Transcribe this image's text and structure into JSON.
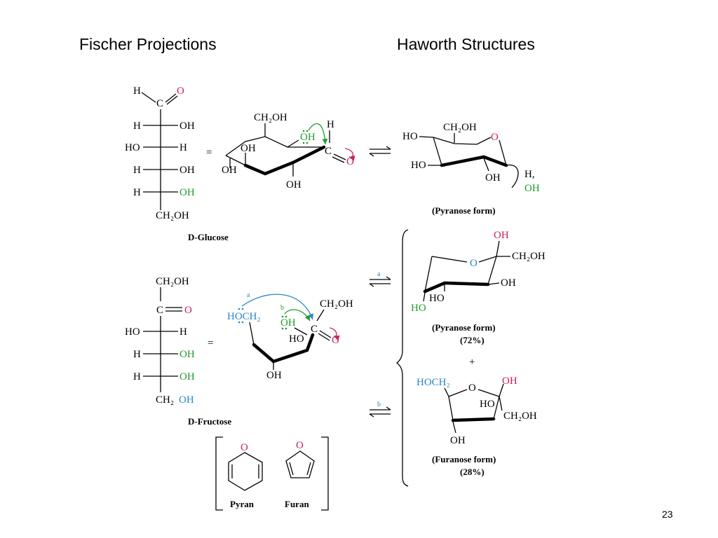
{
  "headings": {
    "fischer": "Fischer Projections",
    "haworth": "Haworth Structures"
  },
  "slide_number": "23",
  "glucose": {
    "name": "D-Glucose",
    "fischer": {
      "top_h": "H",
      "top_o": "O",
      "c": "C",
      "rows": [
        [
          "H",
          "OH"
        ],
        [
          "HO",
          "H"
        ],
        [
          "H",
          "OH"
        ],
        [
          "H",
          "OH"
        ]
      ],
      "bottom": "CH₂OH"
    },
    "open_chain": {
      "ch2oh": "CH₂OH",
      "oh_attack": "OH",
      "h": "H",
      "c": "C",
      "o": "O",
      "oh_left": "OH",
      "oh_mid": "OH",
      "oh_bottom": "OH"
    },
    "pyranose": {
      "ch2oh": "CH₂OH",
      "ring_o": "O",
      "ho_top": "HO",
      "ho_bottom": "HO",
      "oh": "OH",
      "h_anomeric": "H,",
      "oh_anomeric": "OH",
      "label": "(Pyranose form)"
    }
  },
  "fructose": {
    "name": "D-Fructose",
    "fischer": {
      "top": "CH₂OH",
      "c": "C",
      "o": "O",
      "rows": [
        [
          "HO",
          "H"
        ],
        [
          "H",
          "OH"
        ],
        [
          "H",
          "OH"
        ]
      ],
      "bottom_ch2": "CH₂",
      "bottom_oh": "OH"
    },
    "open_chain": {
      "hoch2": "HOCH₂",
      "oh_attack": "OH",
      "ch2oh": "CH₂OH",
      "c": "C",
      "o": "O",
      "ho": "HO",
      "oh_bottom": "OH",
      "arrow_a": "a",
      "arrow_b": "b"
    },
    "pyranose": {
      "oh_top": "OH",
      "ring_o": "O",
      "ch2oh": "CH₂OH",
      "oh_right": "OH",
      "ho_mid": "HO",
      "ho_left": "HO",
      "label": "(Pyranose form)",
      "percent": "(72%)"
    },
    "plus": "+",
    "furanose": {
      "hoch2": "HOCH₂",
      "ring_o": "O",
      "oh_top": "OH",
      "ho": "HO",
      "ch2oh": "CH₂OH",
      "oh_bottom": "OH",
      "label": "(Furanose form)",
      "percent": "(28%)"
    }
  },
  "equals": "=",
  "equilibrium": {
    "a": "a",
    "b": "b"
  },
  "rings": {
    "pyran_label": "Pyran",
    "pyran_o": "O",
    "furan_label": "Furan",
    "furan_o": "O"
  }
}
